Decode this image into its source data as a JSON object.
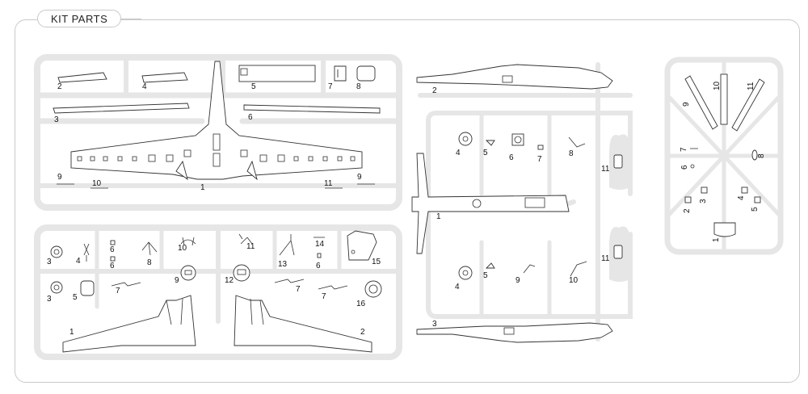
{
  "header": {
    "title": "KIT PARTS"
  },
  "sprue_a": {
    "labels": [
      "2",
      "4",
      "5",
      "7",
      "8",
      "3",
      "6",
      "1",
      "9",
      "10",
      "11",
      "9"
    ]
  },
  "sprue_b": {
    "labels": [
      "3",
      "4",
      "6",
      "6",
      "8",
      "10",
      "11",
      "13",
      "14",
      "6",
      "15",
      "9",
      "12",
      "3",
      "5",
      "7",
      "7",
      "7",
      "16",
      "1",
      "2"
    ]
  },
  "sprue_c": {
    "labels": [
      "2",
      "4",
      "5",
      "6",
      "7",
      "8",
      "11",
      "1",
      "4",
      "5",
      "9",
      "10",
      "11",
      "3"
    ]
  },
  "sprue_d": {
    "labels": [
      "9",
      "10",
      "11",
      "7",
      "6",
      "8",
      "2",
      "3",
      "4",
      "5",
      "1"
    ]
  }
}
